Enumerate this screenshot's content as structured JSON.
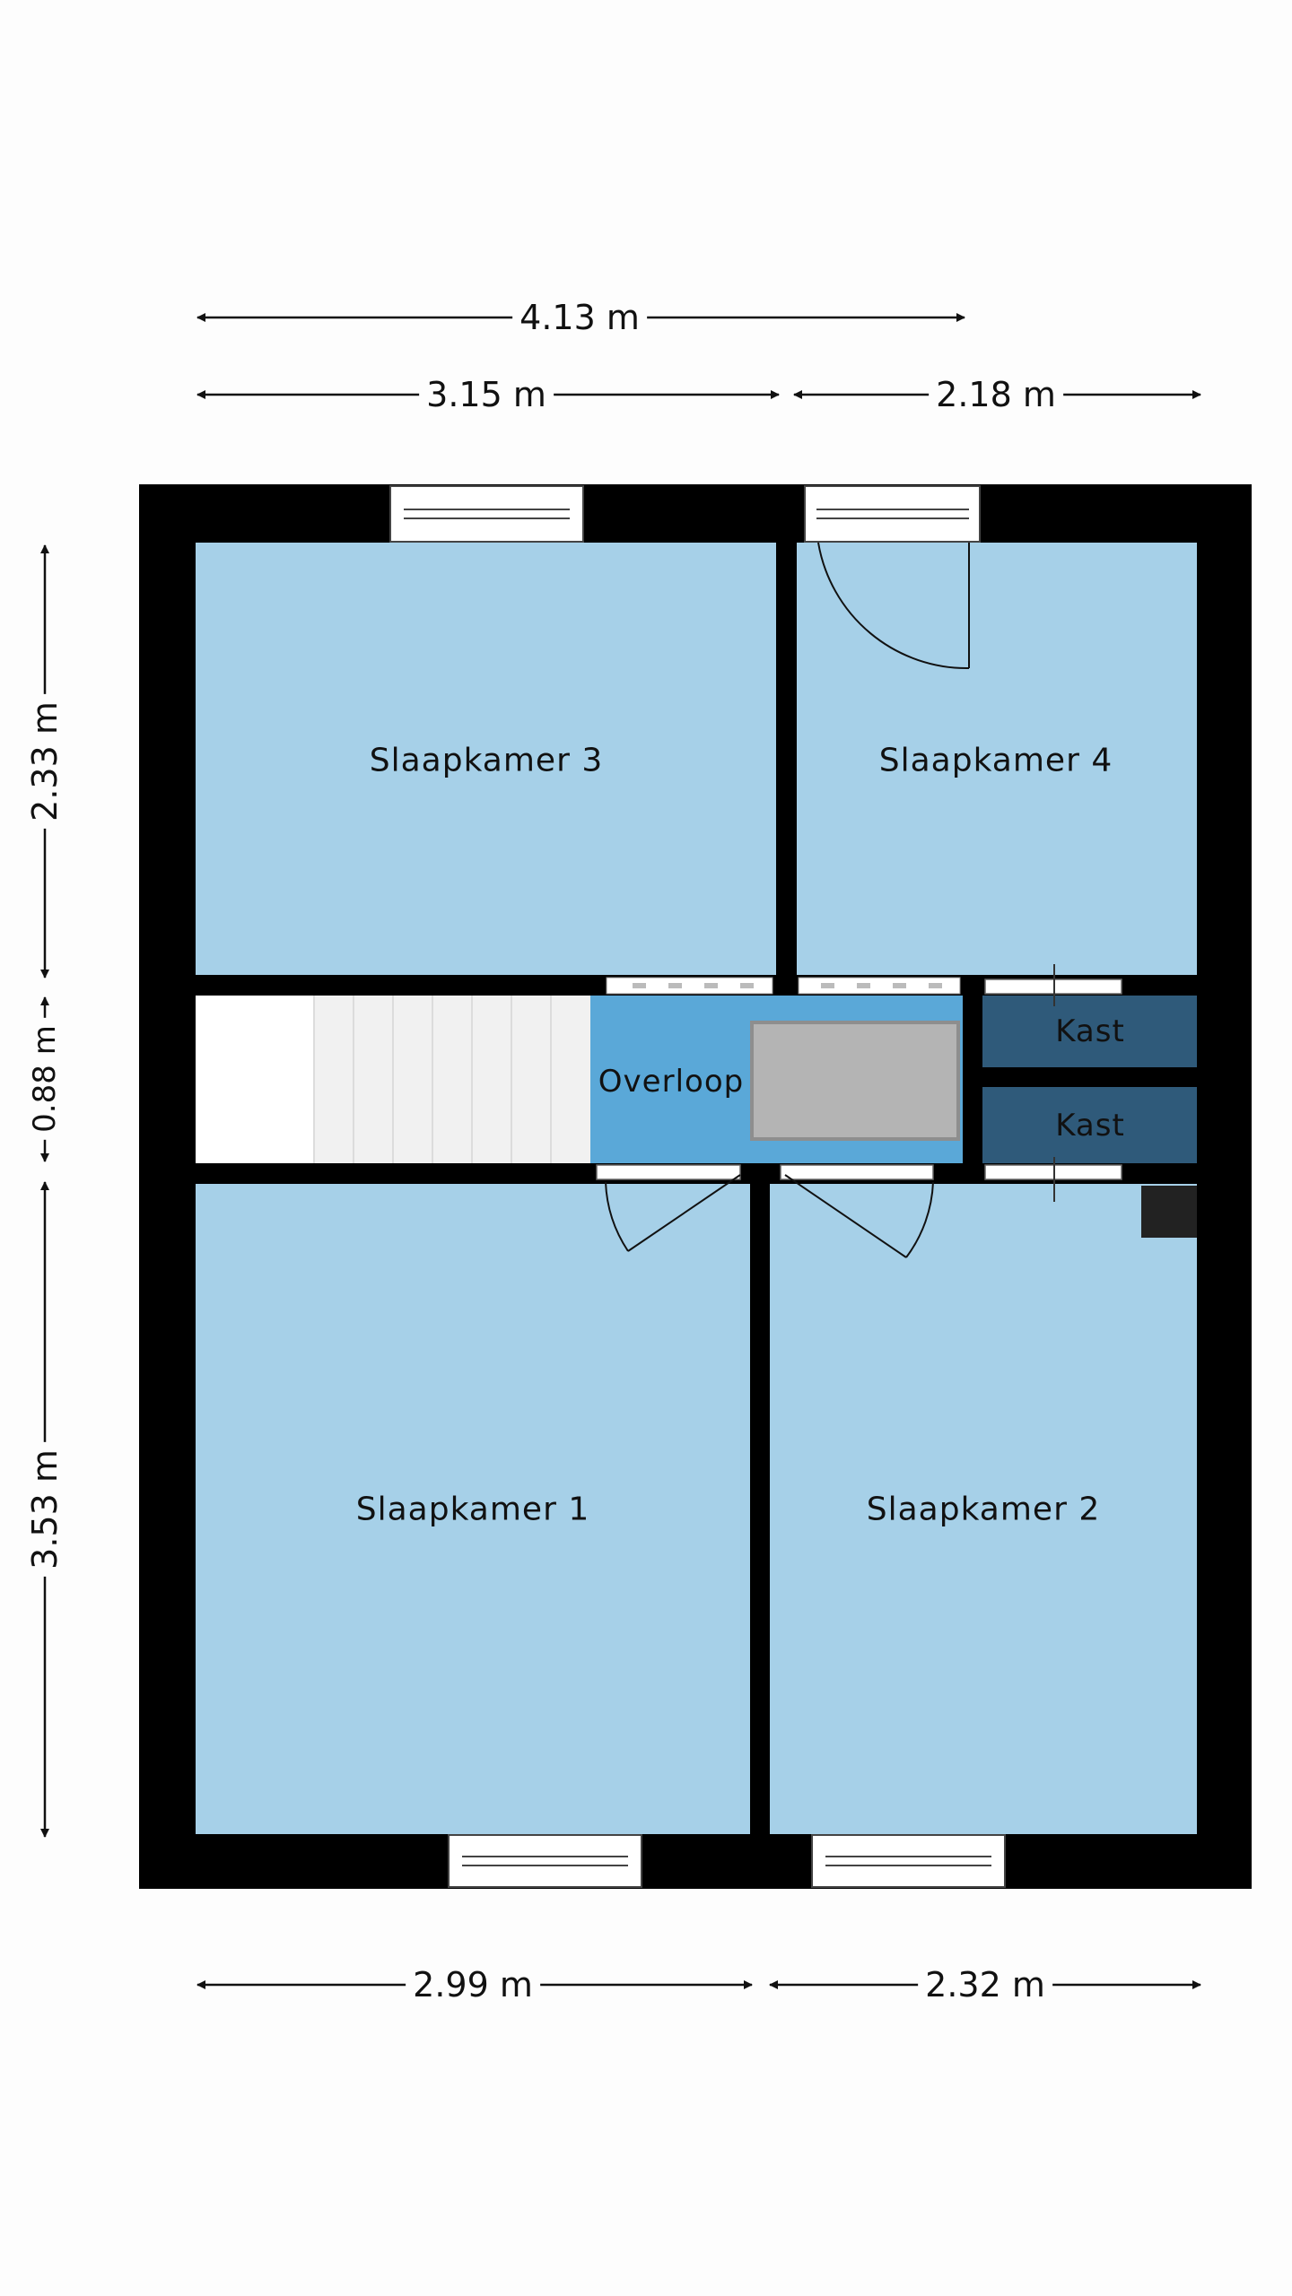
{
  "rooms": {
    "slaapkamer3": "Slaapkamer 3",
    "slaapkamer4": "Slaapkamer 4",
    "overloop": "Overloop",
    "kast_top": "Kast",
    "kast_bottom": "Kast",
    "slaapkamer1": "Slaapkamer 1",
    "slaapkamer2": "Slaapkamer 2"
  },
  "dimensions": {
    "total_width": "4.13 m",
    "top_left_width": "3.15 m",
    "top_right_width": "2.18 m",
    "bottom_left_width": "2.99 m",
    "bottom_right_width": "2.32 m",
    "top_height": "2.33 m",
    "landing_height": "0.88 m",
    "bottom_height": "3.53 m"
  },
  "colors": {
    "room": "#a6d0e8",
    "landing": "#5aa8d8",
    "closet": "#2f5a7a",
    "wall": "#000000",
    "stairs": "#f2f2f2",
    "void": "#b4b4b4"
  }
}
